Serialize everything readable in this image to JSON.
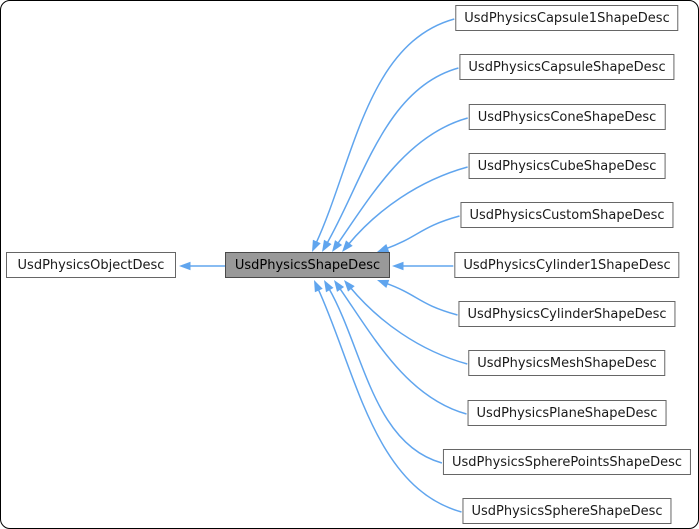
{
  "nodes": {
    "base": {
      "label": "UsdPhysicsObjectDesc"
    },
    "focus": {
      "label": "UsdPhysicsShapeDesc"
    },
    "derived": [
      {
        "label": "UsdPhysicsCapsule1ShapeDesc"
      },
      {
        "label": "UsdPhysicsCapsuleShapeDesc"
      },
      {
        "label": "UsdPhysicsConeShapeDesc"
      },
      {
        "label": "UsdPhysicsCubeShapeDesc"
      },
      {
        "label": "UsdPhysicsCustomShapeDesc"
      },
      {
        "label": "UsdPhysicsCylinder1ShapeDesc"
      },
      {
        "label": "UsdPhysicsCylinderShapeDesc"
      },
      {
        "label": "UsdPhysicsMeshShapeDesc"
      },
      {
        "label": "UsdPhysicsPlaneShapeDesc"
      },
      {
        "label": "UsdPhysicsSpherePointsShapeDesc"
      },
      {
        "label": "UsdPhysicsSphereShapeDesc"
      }
    ]
  },
  "colors": {
    "edge": "#60a5ee",
    "focus_fill": "#999999",
    "focus_border": "#4a4a4a",
    "node_fill": "#ffffff",
    "node_border": "#666666",
    "text": "#1a1a1a",
    "background": "#ffffff",
    "frame": "#000000"
  }
}
